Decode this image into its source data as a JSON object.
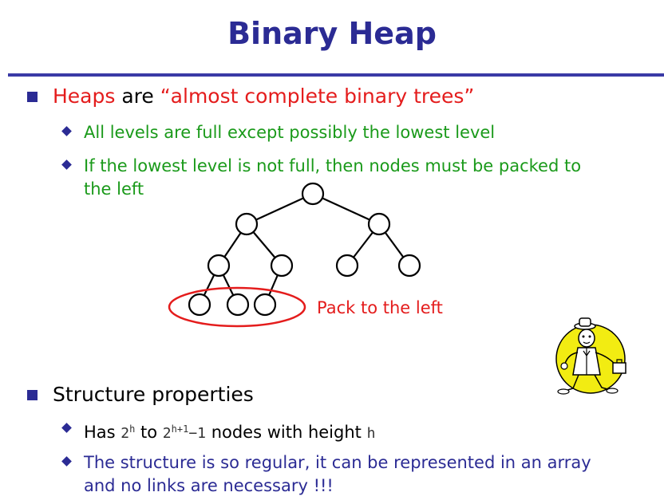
{
  "title": "Binary Heap",
  "bullet1": {
    "heaps": "Heaps",
    "are": " are ",
    "quote": "“almost complete binary trees”",
    "sub1": "All levels are full except possibly the lowest level",
    "sub2_line1": "If the lowest level is not full, then nodes must be packed to",
    "sub2_line2": "the left"
  },
  "diagram": {
    "pack_label": "Pack to the left"
  },
  "bullet2": {
    "text": "Structure properties",
    "sub1": {
      "has": "Has ",
      "lo_base": "2",
      "lo_exp": "h",
      "to": " to ",
      "hi_base": "2",
      "hi_exp": "h+1",
      "hi_tail": "−1",
      "nodes": " nodes with height ",
      "h": "h"
    },
    "sub2_line1": "The structure is so regular, it can be represented in an array",
    "sub2_line2": "and no links are necessary !!!"
  },
  "colors": {
    "title": "#2b2b94",
    "red": "#e41c1c",
    "green": "#1a9a1a",
    "blue": "#2b2b94"
  }
}
